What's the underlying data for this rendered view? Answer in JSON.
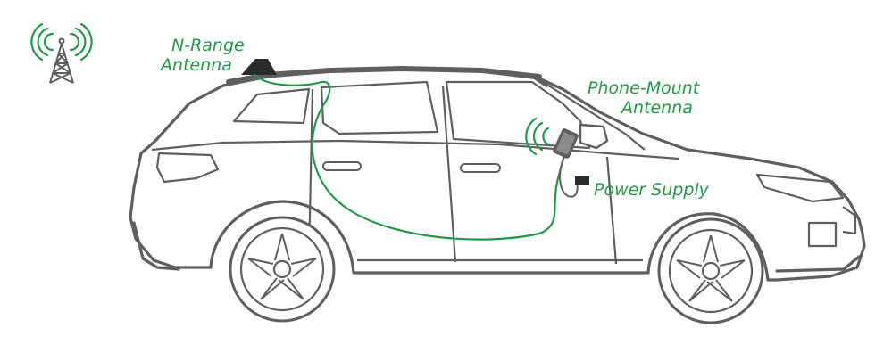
{
  "labels": {
    "n_range_line1": "N-Range",
    "n_range_line2": "Antenna",
    "phone_mount_line1": "Phone-Mount",
    "phone_mount_line2": "Antenna",
    "power_supply": "Power Supply"
  },
  "colors": {
    "accent": "#1f9a45",
    "outline": "#5f5f5f",
    "car_fill": "#ffffff",
    "page_bg": "#ffffff"
  },
  "icons": {
    "tower": "cell-tower-icon",
    "signal": "signal-waves-icon",
    "roof_antenna": "shark-fin-antenna-icon",
    "phone_mount": "phone-mount-antenna-icon"
  }
}
